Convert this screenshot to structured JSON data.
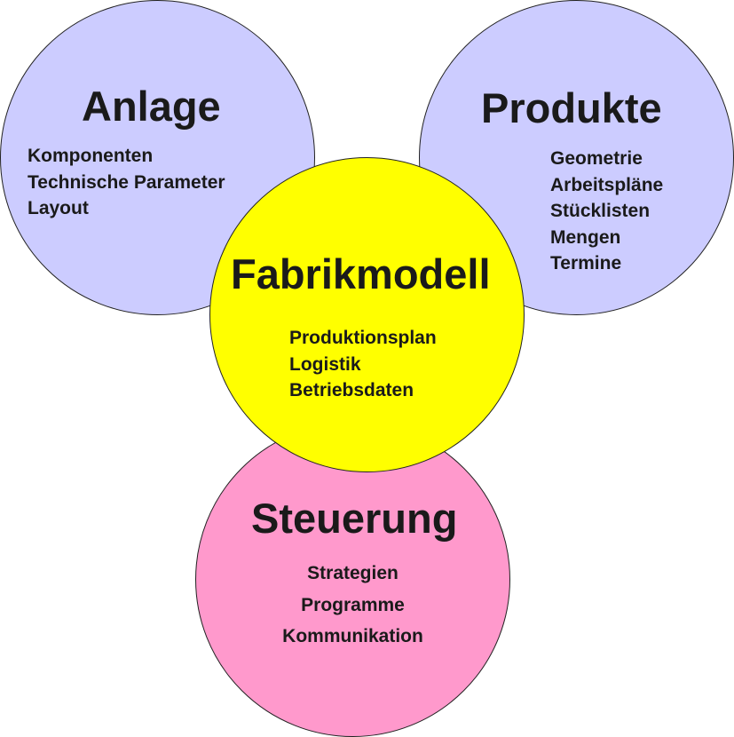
{
  "colors": {
    "anlage": "#ccccff",
    "produkte": "#ccccff",
    "fabrikmodell": "#ffff00",
    "steuerung": "#ff99cc",
    "outline": "#222222",
    "text": "#1a1a1a"
  },
  "anlage": {
    "title": "Anlage",
    "items": [
      "Komponenten",
      "Technische Parameter",
      "Layout"
    ]
  },
  "produkte": {
    "title": "Produkte",
    "items": [
      "Geometrie",
      "Arbeitspläne",
      "Stücklisten",
      "Mengen",
      "Termine"
    ]
  },
  "fabrikmodell": {
    "title": "Fabrikmodell",
    "items": [
      "Produktionsplan",
      "Logistik",
      "Betriebsdaten"
    ]
  },
  "steuerung": {
    "title": "Steuerung",
    "items": [
      "Strategien",
      "Programme",
      "Kommunikation"
    ]
  }
}
